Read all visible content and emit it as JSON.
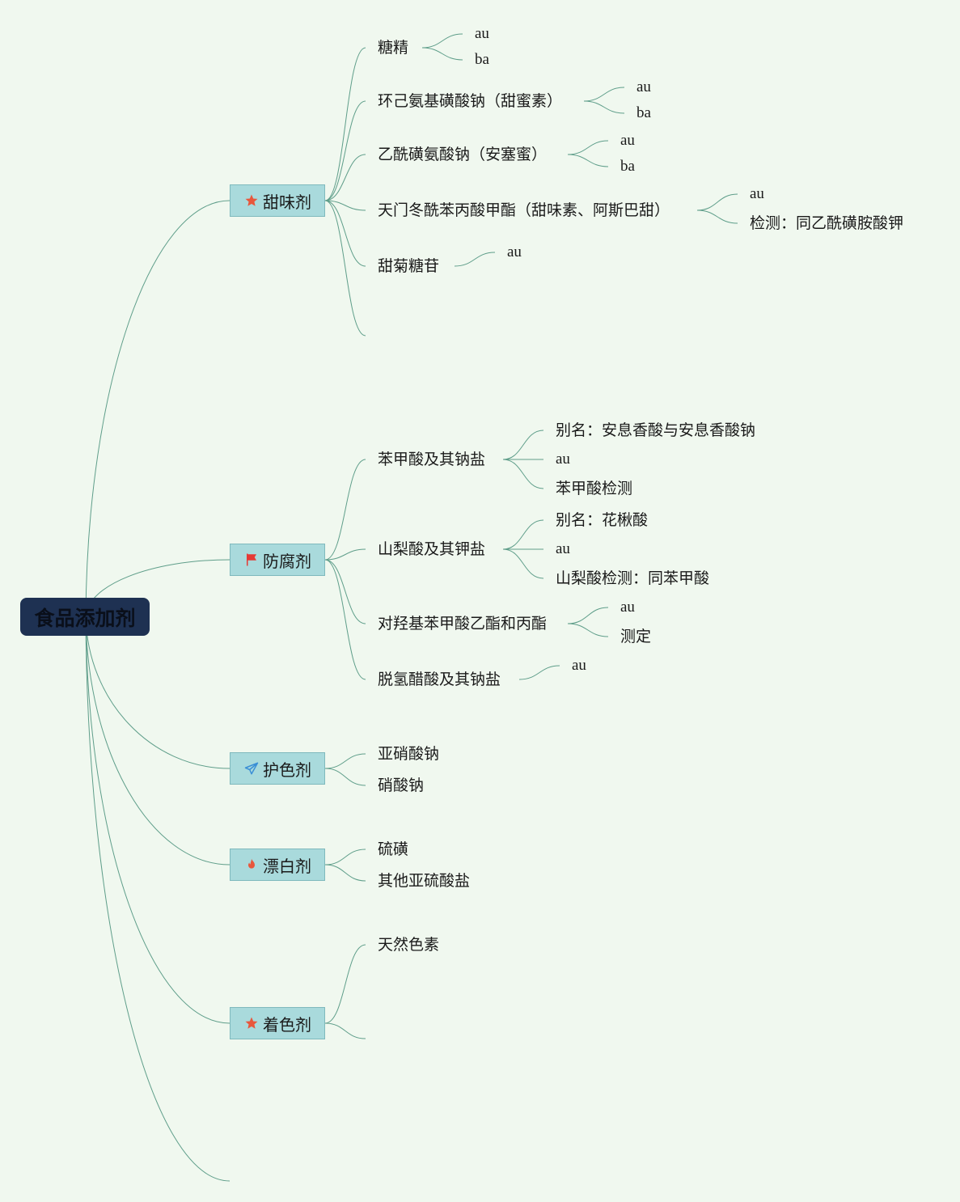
{
  "root": {
    "label": "食品添加剂"
  },
  "branches": [
    {
      "label": "甜味剂",
      "icon": "star-icon",
      "color": "#e8573c",
      "children": [
        {
          "label": "糖精",
          "children": [
            "au",
            "ba"
          ]
        },
        {
          "label": "环己氨基磺酸钠（甜蜜素）",
          "children": [
            "au",
            "ba"
          ]
        },
        {
          "label": "乙酰磺氨酸钠（安塞蜜）",
          "children": [
            "au",
            "ba"
          ]
        },
        {
          "label": "天门冬酰苯丙酸甲酯（甜味素、阿斯巴甜）",
          "children": [
            "au",
            "检测：同乙酰磺胺酸钾"
          ]
        },
        {
          "label": "甜菊糖苷",
          "children": [
            "au"
          ]
        },
        {
          "label": "",
          "children": []
        }
      ]
    },
    {
      "label": "防腐剂",
      "icon": "flag-icon",
      "color": "#e53935",
      "children": [
        {
          "label": "苯甲酸及其钠盐",
          "children": [
            "别名：安息香酸与安息香酸钠",
            "au",
            "苯甲酸检测"
          ]
        },
        {
          "label": "山梨酸及其钾盐",
          "children": [
            "别名：花楸酸",
            "au",
            "山梨酸检测：同苯甲酸"
          ]
        },
        {
          "label": "对羟基苯甲酸乙酯和丙酯",
          "children": [
            "au",
            "测定"
          ]
        },
        {
          "label": "脱氢醋酸及其钠盐",
          "children": [
            "au"
          ]
        }
      ]
    },
    {
      "label": "护色剂",
      "icon": "paper-plane-icon",
      "color": "#3b8fd6",
      "children": [
        {
          "label": "亚硝酸钠",
          "children": []
        },
        {
          "label": "硝酸钠",
          "children": []
        }
      ]
    },
    {
      "label": "漂白剂",
      "icon": "fire-icon",
      "color": "#e8573c",
      "children": [
        {
          "label": "硫磺",
          "children": []
        },
        {
          "label": "其他亚硫酸盐",
          "children": []
        }
      ]
    },
    {
      "label": "着色剂",
      "icon": "star-icon",
      "color": "#e8573c",
      "children": [
        {
          "label": "天然色素",
          "children": []
        },
        {
          "label": "",
          "children": []
        }
      ]
    }
  ]
}
